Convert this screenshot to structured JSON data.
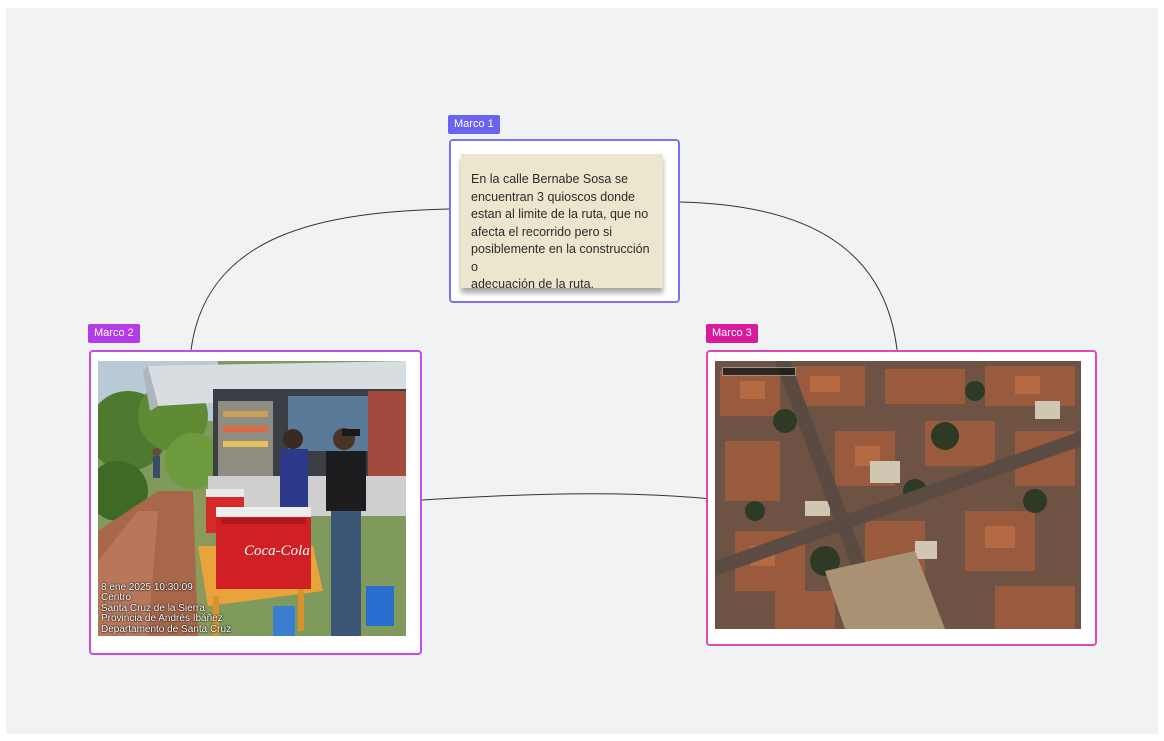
{
  "frames": [
    {
      "label": "Marco 1",
      "color": "#6a63f0"
    },
    {
      "label": "Marco 2",
      "color": "#b43ce6"
    },
    {
      "label": "Marco 3",
      "color": "#d81b9c"
    }
  ],
  "sticky_note": {
    "lines": [
      "En la calle Bernabe Sosa se",
      "encuentran 3 quioscos donde",
      "estan al limite de la ruta, que no",
      "afecta el recorrido pero si",
      "posiblemente en la construcción o",
      "adecuación de la ruta."
    ],
    "background": "#ece6cf"
  },
  "photo_stamp": {
    "lines": [
      "8 ene 2025 10:30:09",
      "Centro",
      "Santa Cruz de la Sierra",
      "Provincia de Andrés Ibáñez",
      "Departamento de Santa Cruz"
    ]
  },
  "cooler_brand": "Coca-Cola"
}
